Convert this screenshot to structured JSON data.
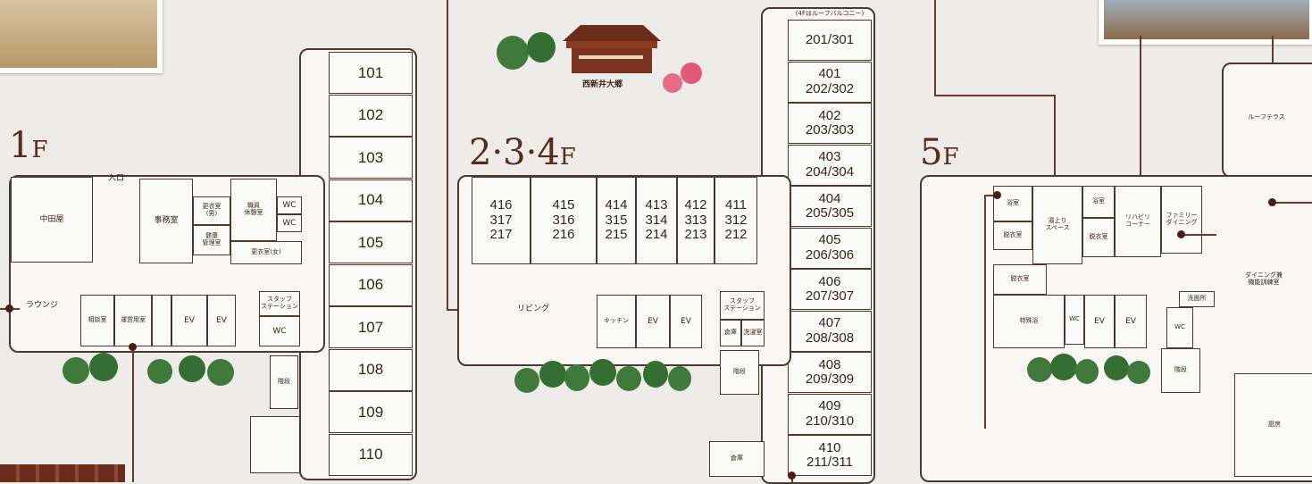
{
  "floor1": {
    "label_num": "1",
    "label_f": "F",
    "rooms": [
      "101",
      "102",
      "103",
      "104",
      "105",
      "106",
      "107",
      "108",
      "109",
      "110"
    ],
    "entrance": "入口",
    "nakaniwa": "中田屋",
    "office": "事務室",
    "changing_m": "更衣室\n(男)",
    "health": "健康\n管理室",
    "staff_rest": "職員\n休憩室",
    "changing_f": "更衣室(女)",
    "wc": "WC",
    "lounge": "ラウンジ",
    "consult": "相談室",
    "care_goods": "運営用室",
    "ev": "EV",
    "staff_station": "スタッフ\nステーション",
    "stairs": "階段"
  },
  "floor234": {
    "label": "2·3·4",
    "label_f": "F",
    "building_name": "西新井大郷",
    "top_note": "(4Fはルーフバルコニー)",
    "right_rooms": [
      "201/301",
      "401\n202/302",
      "402\n203/303",
      "403\n204/304",
      "404\n205/305",
      "405\n206/306",
      "406\n207/307",
      "407\n208/308",
      "408\n209/309",
      "409\n210/310",
      "410\n211/311"
    ],
    "left_rooms": [
      "416\n317\n217",
      "415\n316\n216",
      "414\n315\n215",
      "413\n314\n214",
      "412\n313\n213",
      "411\n312\n212"
    ],
    "living": "リビング",
    "kitchen": "キッチン",
    "ev": "EV",
    "staff_station": "スタッフ\nステーション",
    "storage": "倉庫",
    "laundry": "洗濯室",
    "stairs": "階段"
  },
  "floor5": {
    "label_num": "5",
    "label_f": "F",
    "roof_terrace": "ルーフテラス",
    "bath1": "浴室",
    "bath2": "浴室",
    "rest_space": "湯上り\nスペース",
    "rehab": "リハビリ\nコーナー",
    "family": "ファミリー\nダイニング",
    "dressing1": "脱衣室",
    "dressing2": "脱衣室",
    "dressing3": "脱衣室",
    "special_bath": "特殊浴",
    "wc": "WC",
    "ev": "EV",
    "washroom": "洗面所",
    "dining": "ダイニング兼\n機能訓練室",
    "stairs": "階段",
    "kitchen": "厨房"
  }
}
